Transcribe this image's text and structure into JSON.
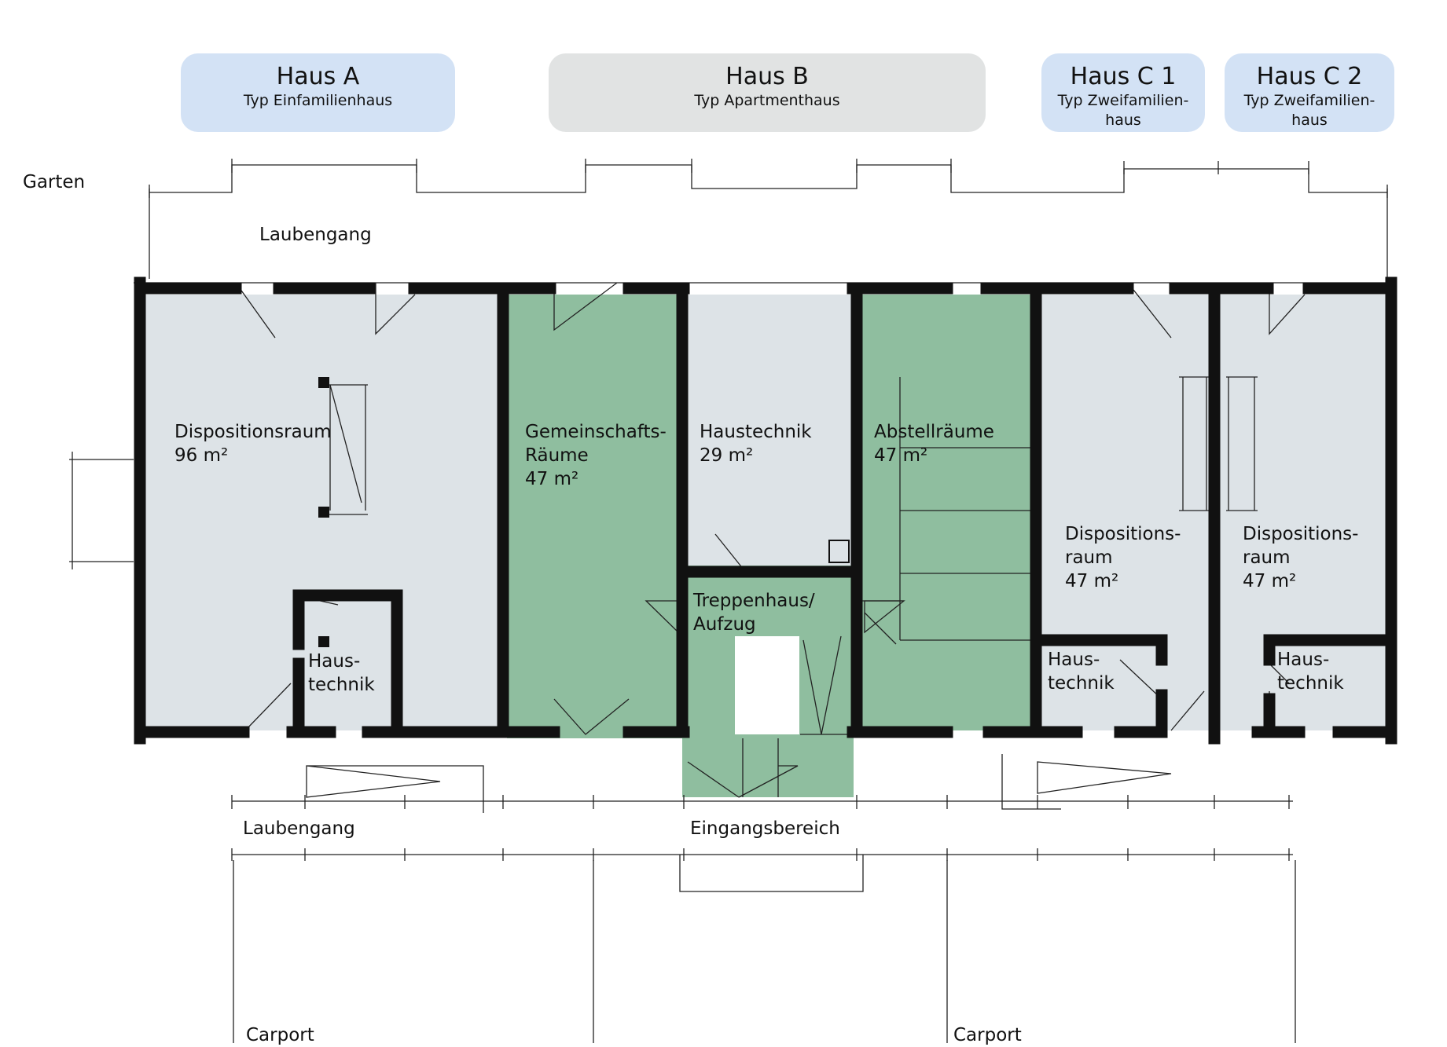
{
  "houses": [
    {
      "title": "Haus A",
      "type_lines": [
        "Typ Einfamilienhaus"
      ],
      "color": "#d3e2f5"
    },
    {
      "title": "Haus B",
      "type_lines": [
        "Typ Apartmenthaus"
      ],
      "color": "#e1e3e3"
    },
    {
      "title": "Haus C 1",
      "type_lines": [
        "Typ Zweifamilien-",
        "haus"
      ],
      "color": "#d3e2f5"
    },
    {
      "title": "Haus C 2",
      "type_lines": [
        "Typ Zweifamilien-",
        "haus"
      ],
      "color": "#d3e2f5"
    }
  ],
  "outdoor": {
    "garten": "Garten",
    "laubengang_top": "Laubengang",
    "laubengang_bottom": "Laubengang",
    "eingangsbereich": "Eingangsbereich",
    "carport_left": "Carport",
    "carport_right": "Carport"
  },
  "rooms": {
    "disp_a": [
      "Dispositionsraum",
      "96 m²"
    ],
    "haustechnik_a": [
      "Haus-",
      "technik"
    ],
    "gemeinschaft": [
      "Gemeinschafts-",
      "Räume",
      "47 m²"
    ],
    "haustechnik_b": [
      "Haustechnik",
      "29 m²"
    ],
    "abstell": [
      "Abstellräume",
      "47 m²"
    ],
    "treppenhaus": [
      "Treppenhaus/",
      "Aufzug"
    ],
    "disp_c1": [
      "Dispositions-",
      "raum",
      "47 m²"
    ],
    "haustechnik_c1": [
      "Haus-",
      "technik"
    ],
    "disp_c2": [
      "Dispositions-",
      "raum",
      "47 m²"
    ],
    "haustechnik_c2": [
      "Haus-",
      "technik"
    ]
  },
  "colors": {
    "room_fill": "#dde3e7",
    "common_fill": "#8fbe9f",
    "wall": "#111111"
  }
}
